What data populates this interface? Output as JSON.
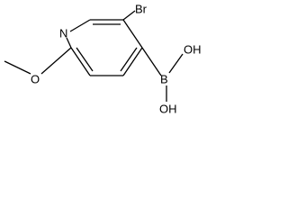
{
  "molecule": {
    "atoms": {
      "nitrogen": "N",
      "bromine": "Br",
      "oxygen": "O",
      "boron": "B",
      "hydroxyl_top": "OH",
      "hydroxyl_bottom": "OH"
    },
    "colors": {
      "line": "#000000",
      "background": "#ffffff"
    }
  }
}
